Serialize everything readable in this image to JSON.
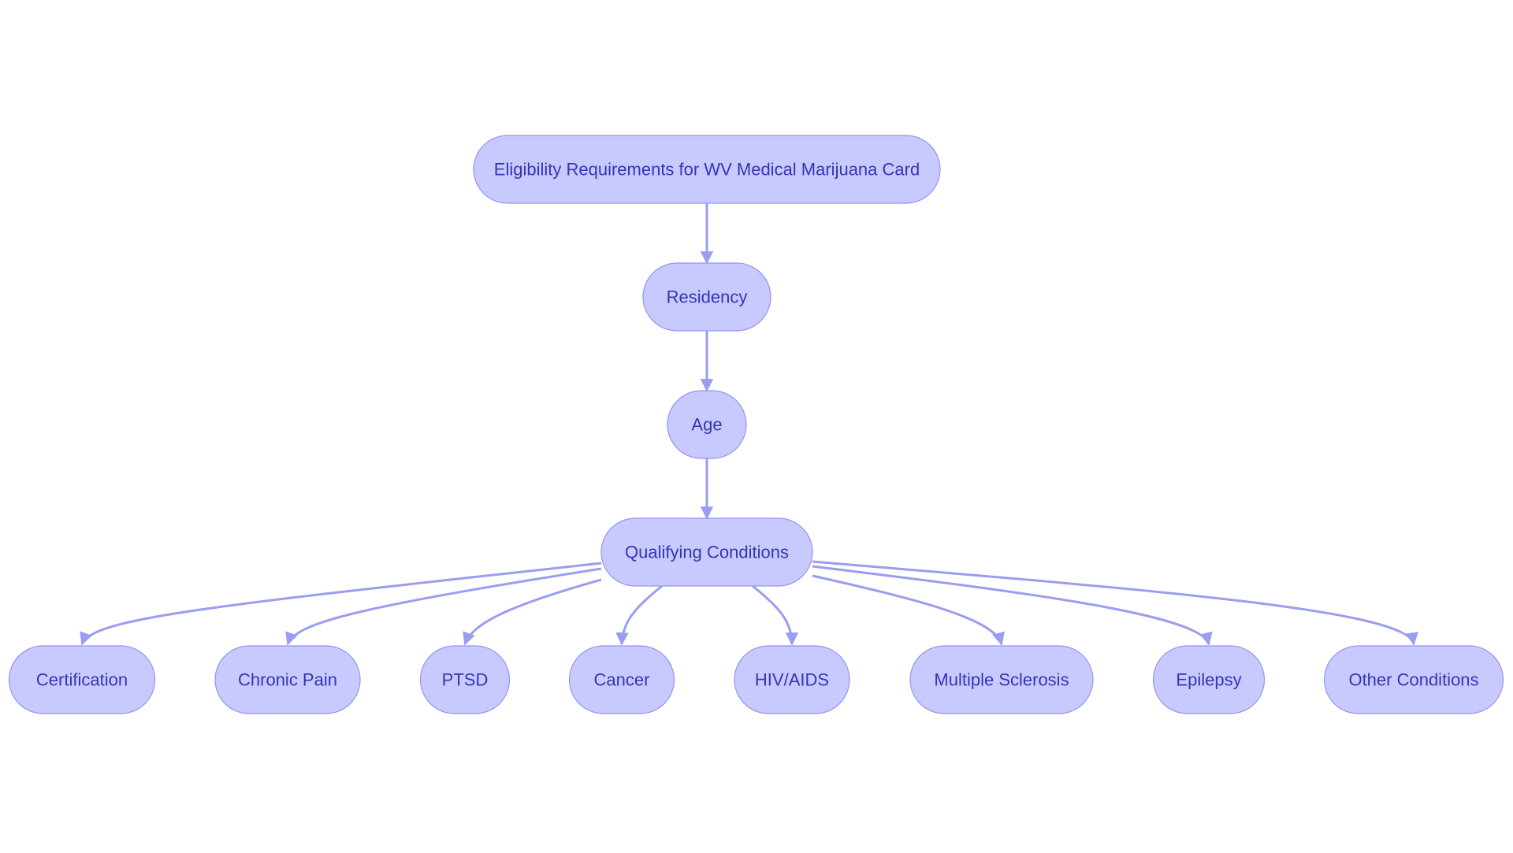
{
  "colors": {
    "node_fill": "#c8caff",
    "node_stroke": "#9295ee",
    "edge": "#9a9df0",
    "text": "#3535b5",
    "background": "#ffffff"
  },
  "nodes": [
    {
      "id": "root",
      "label": "Eligibility Requirements for WV Medical Marijuana Card"
    },
    {
      "id": "residency",
      "label": "Residency"
    },
    {
      "id": "age",
      "label": "Age"
    },
    {
      "id": "qualifying",
      "label": "Qualifying Conditions"
    },
    {
      "id": "certification",
      "label": "Certification"
    },
    {
      "id": "chronic-pain",
      "label": "Chronic Pain"
    },
    {
      "id": "ptsd",
      "label": "PTSD"
    },
    {
      "id": "cancer",
      "label": "Cancer"
    },
    {
      "id": "hiv-aids",
      "label": "HIV/AIDS"
    },
    {
      "id": "multiple-sclerosis",
      "label": "Multiple Sclerosis"
    },
    {
      "id": "epilepsy",
      "label": "Epilepsy"
    },
    {
      "id": "other-conditions",
      "label": "Other Conditions"
    }
  ],
  "edges": [
    {
      "from": "root",
      "to": "residency"
    },
    {
      "from": "residency",
      "to": "age"
    },
    {
      "from": "age",
      "to": "qualifying"
    },
    {
      "from": "qualifying",
      "to": "certification"
    },
    {
      "from": "qualifying",
      "to": "chronic-pain"
    },
    {
      "from": "qualifying",
      "to": "ptsd"
    },
    {
      "from": "qualifying",
      "to": "cancer"
    },
    {
      "from": "qualifying",
      "to": "hiv-aids"
    },
    {
      "from": "qualifying",
      "to": "multiple-sclerosis"
    },
    {
      "from": "qualifying",
      "to": "epilepsy"
    },
    {
      "from": "qualifying",
      "to": "other-conditions"
    }
  ]
}
